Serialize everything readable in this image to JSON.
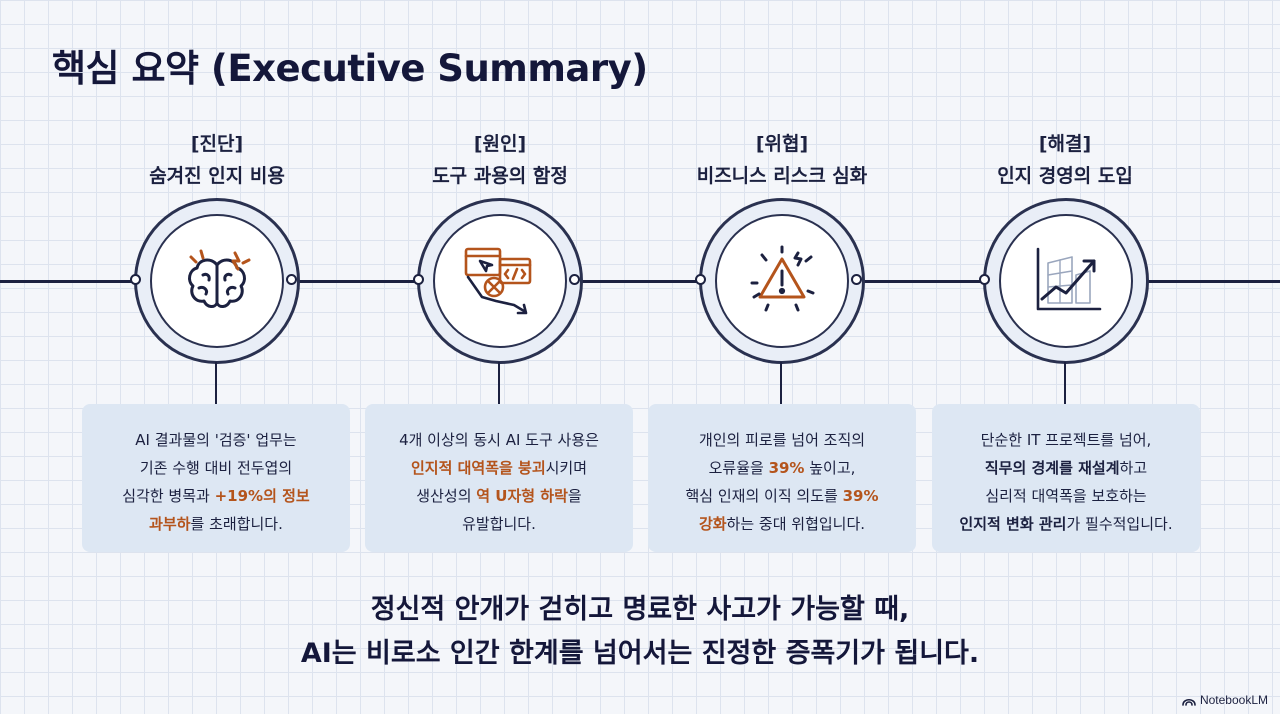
{
  "title": "핵심 요약 (Executive Summary)",
  "stages": [
    {
      "tag": "[진단]",
      "heading": "숨겨진 인지 비용",
      "icon": "brain-icon",
      "lines": [
        [
          {
            "t": "AI 결과물의 '검증' 업무는"
          }
        ],
        [
          {
            "t": "기존 수행 대비 전두엽의"
          }
        ],
        [
          {
            "t": "심각한 병목과 "
          },
          {
            "t": "+19%의 정보",
            "s": "h"
          }
        ],
        [
          {
            "t": "과부하",
            "s": "h"
          },
          {
            "t": "를 초래합니다."
          }
        ]
      ]
    },
    {
      "tag": "[원인]",
      "heading": "도구 과용의 함정",
      "icon": "tool-windows-icon",
      "lines": [
        [
          {
            "t": "4개 이상의 동시 AI 도구 사용은"
          }
        ],
        [
          {
            "t": "인지적 대역폭을 붕괴",
            "s": "h"
          },
          {
            "t": "시키며"
          }
        ],
        [
          {
            "t": "생산성의 "
          },
          {
            "t": "역 U자형 하락",
            "s": "h"
          },
          {
            "t": "을"
          }
        ],
        [
          {
            "t": "유발합니다."
          }
        ]
      ]
    },
    {
      "tag": "[위협]",
      "heading": "비즈니스 리스크 심화",
      "icon": "warning-icon",
      "lines": [
        [
          {
            "t": "개인의 피로를 넘어 조직의"
          }
        ],
        [
          {
            "t": "오류율을 "
          },
          {
            "t": "39%",
            "s": "h"
          },
          {
            "t": " 높이고,"
          }
        ],
        [
          {
            "t": "핵심 인재의 이직 의도를 "
          },
          {
            "t": "39%",
            "s": "h"
          }
        ],
        [
          {
            "t": "강화",
            "s": "h"
          },
          {
            "t": "하는 중대 위협입니다."
          }
        ]
      ]
    },
    {
      "tag": "[해결]",
      "heading": "인지 경영의 도입",
      "icon": "growth-chart-icon",
      "lines": [
        [
          {
            "t": "단순한 IT 프로젝트를 넘어,"
          }
        ],
        [
          {
            "t": "직무의 경계를 재설계",
            "s": "b"
          },
          {
            "t": "하고"
          }
        ],
        [
          {
            "t": "심리적 대역폭을 보호하는"
          }
        ],
        [
          {
            "t": "인지적 변화 관리",
            "s": "b"
          },
          {
            "t": "가 필수적입니다."
          }
        ]
      ]
    }
  ],
  "conclusion": {
    "line1": "정신적 안개가 걷히고 명료한 사고가 가능할 때,",
    "line2": "AI는 비로소 인간 한계를 넘어서는 진정한 증폭기가 됩니다."
  },
  "brand": "NotebookLM",
  "colors": {
    "accent": "#b4541c",
    "ink": "#1c2140",
    "card": "#dde7f3"
  }
}
